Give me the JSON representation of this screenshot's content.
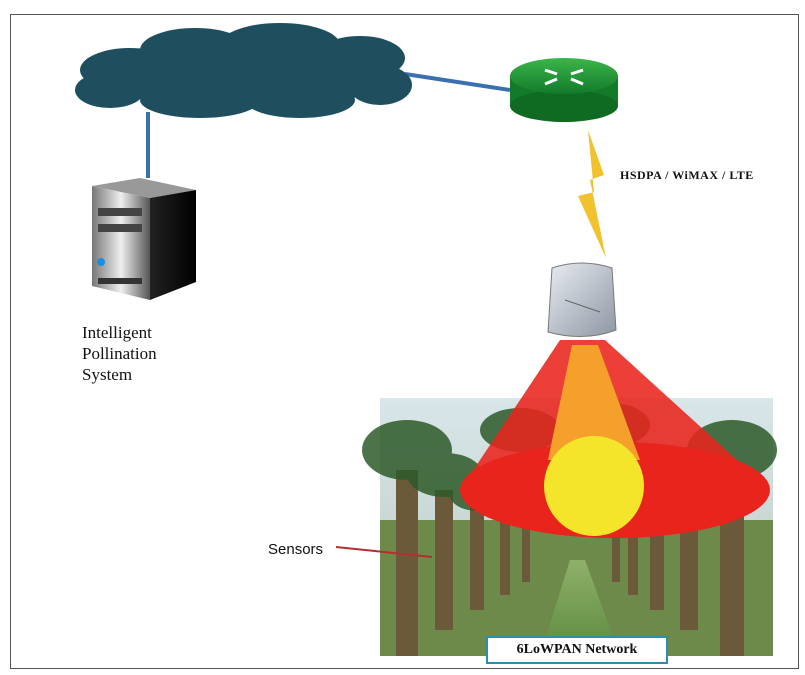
{
  "server": {
    "label_lines": [
      "Intelligent",
      "Pollination",
      "System"
    ]
  },
  "link": {
    "label": "HSDPA / WiMAX / LTE"
  },
  "sensors": {
    "label": "Sensors"
  },
  "network": {
    "label": "6LoWPAN Network"
  },
  "colors": {
    "cloud": "#1f4f5e",
    "link_line": "#3a6fb0",
    "router": "#1f9a3a",
    "lightning": "#f2c12e",
    "beam_outer": "#e8241c",
    "beam_inner": "#f4e52a",
    "sensor_arrow": "#b33030"
  },
  "icons": [
    "cloud-icon",
    "router-icon",
    "server-icon",
    "base-station-icon",
    "lightning-icon"
  ]
}
